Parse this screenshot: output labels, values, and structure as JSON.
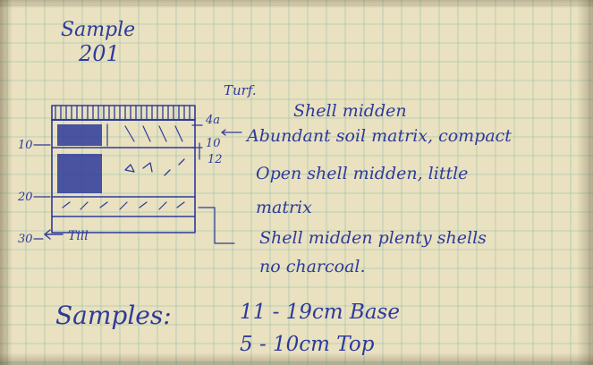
{
  "notebook": {
    "title_line1": "Sample",
    "title_line2": "201",
    "depth_marks": [
      "10",
      "20",
      "30"
    ],
    "right_marks": [
      "4a",
      "10",
      "12"
    ],
    "till_label": "Till",
    "turf_label": "Turf.",
    "notes": [
      "Shell midden",
      "Abundant soil matrix, compact",
      "Open shell midden, little",
      "matrix",
      "Shell midden plenty shells",
      "no charcoal."
    ],
    "samples_label": "Samples:",
    "sample_lines": [
      "11 - 19cm Base",
      "5 - 10cm Top"
    ]
  },
  "colors": {
    "ink": "#2d3a9a",
    "paper": "#e9e1c0",
    "grid": "#8fbfa8"
  }
}
